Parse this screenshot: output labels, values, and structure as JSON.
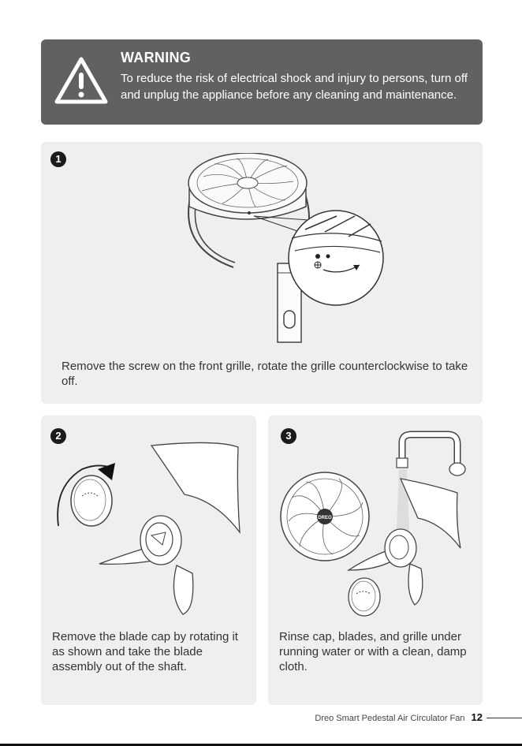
{
  "warning": {
    "icon": "warning-triangle-icon",
    "title": "WARNING",
    "text": "To reduce the risk of electrical shock and injury to persons, turn off and unplug the appliance before any cleaning and maintenance."
  },
  "steps": [
    {
      "number": "1",
      "caption": "Remove the screw on the front grille, rotate the grille counterclockwise to take off."
    },
    {
      "number": "2",
      "caption": "Remove the blade cap by rotating it as shown and take the blade assembly out of the shaft."
    },
    {
      "number": "3",
      "caption": "Rinse cap, blades, and grille under running water or with a clean, damp cloth."
    }
  ],
  "illustration_text": {
    "logo": "DREO"
  },
  "footer": {
    "product": "Dreo Smart Pedestal Air Circulator Fan",
    "page": "12"
  },
  "colors": {
    "warning_bg": "#616161",
    "card_bg": "#efefef",
    "badge": "#1b1b1b"
  }
}
